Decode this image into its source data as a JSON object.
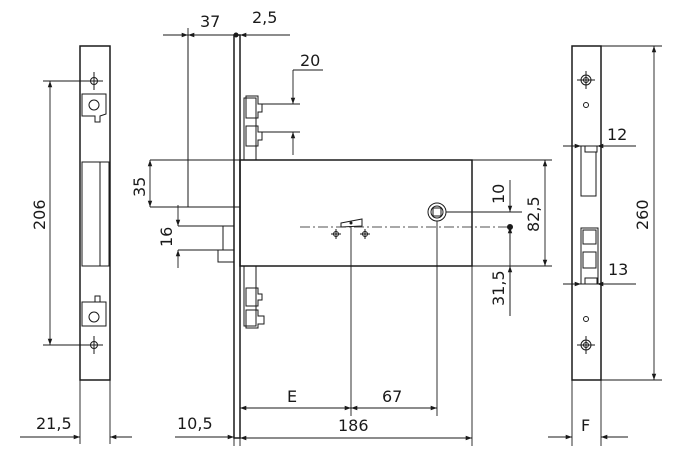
{
  "dimensions": {
    "d_37": "37",
    "d_2_5": "2,5",
    "d_20": "20",
    "d_206": "206",
    "d_35": "35",
    "d_16": "16",
    "d_10": "10",
    "d_82_5": "82,5",
    "d_31_5": "31,5",
    "d_12": "12",
    "d_260": "260",
    "d_13": "13",
    "d_e": "E",
    "d_67": "67",
    "d_186": "186",
    "d_21_5": "21,5",
    "d_10_5": "10,5",
    "d_f": "F"
  }
}
